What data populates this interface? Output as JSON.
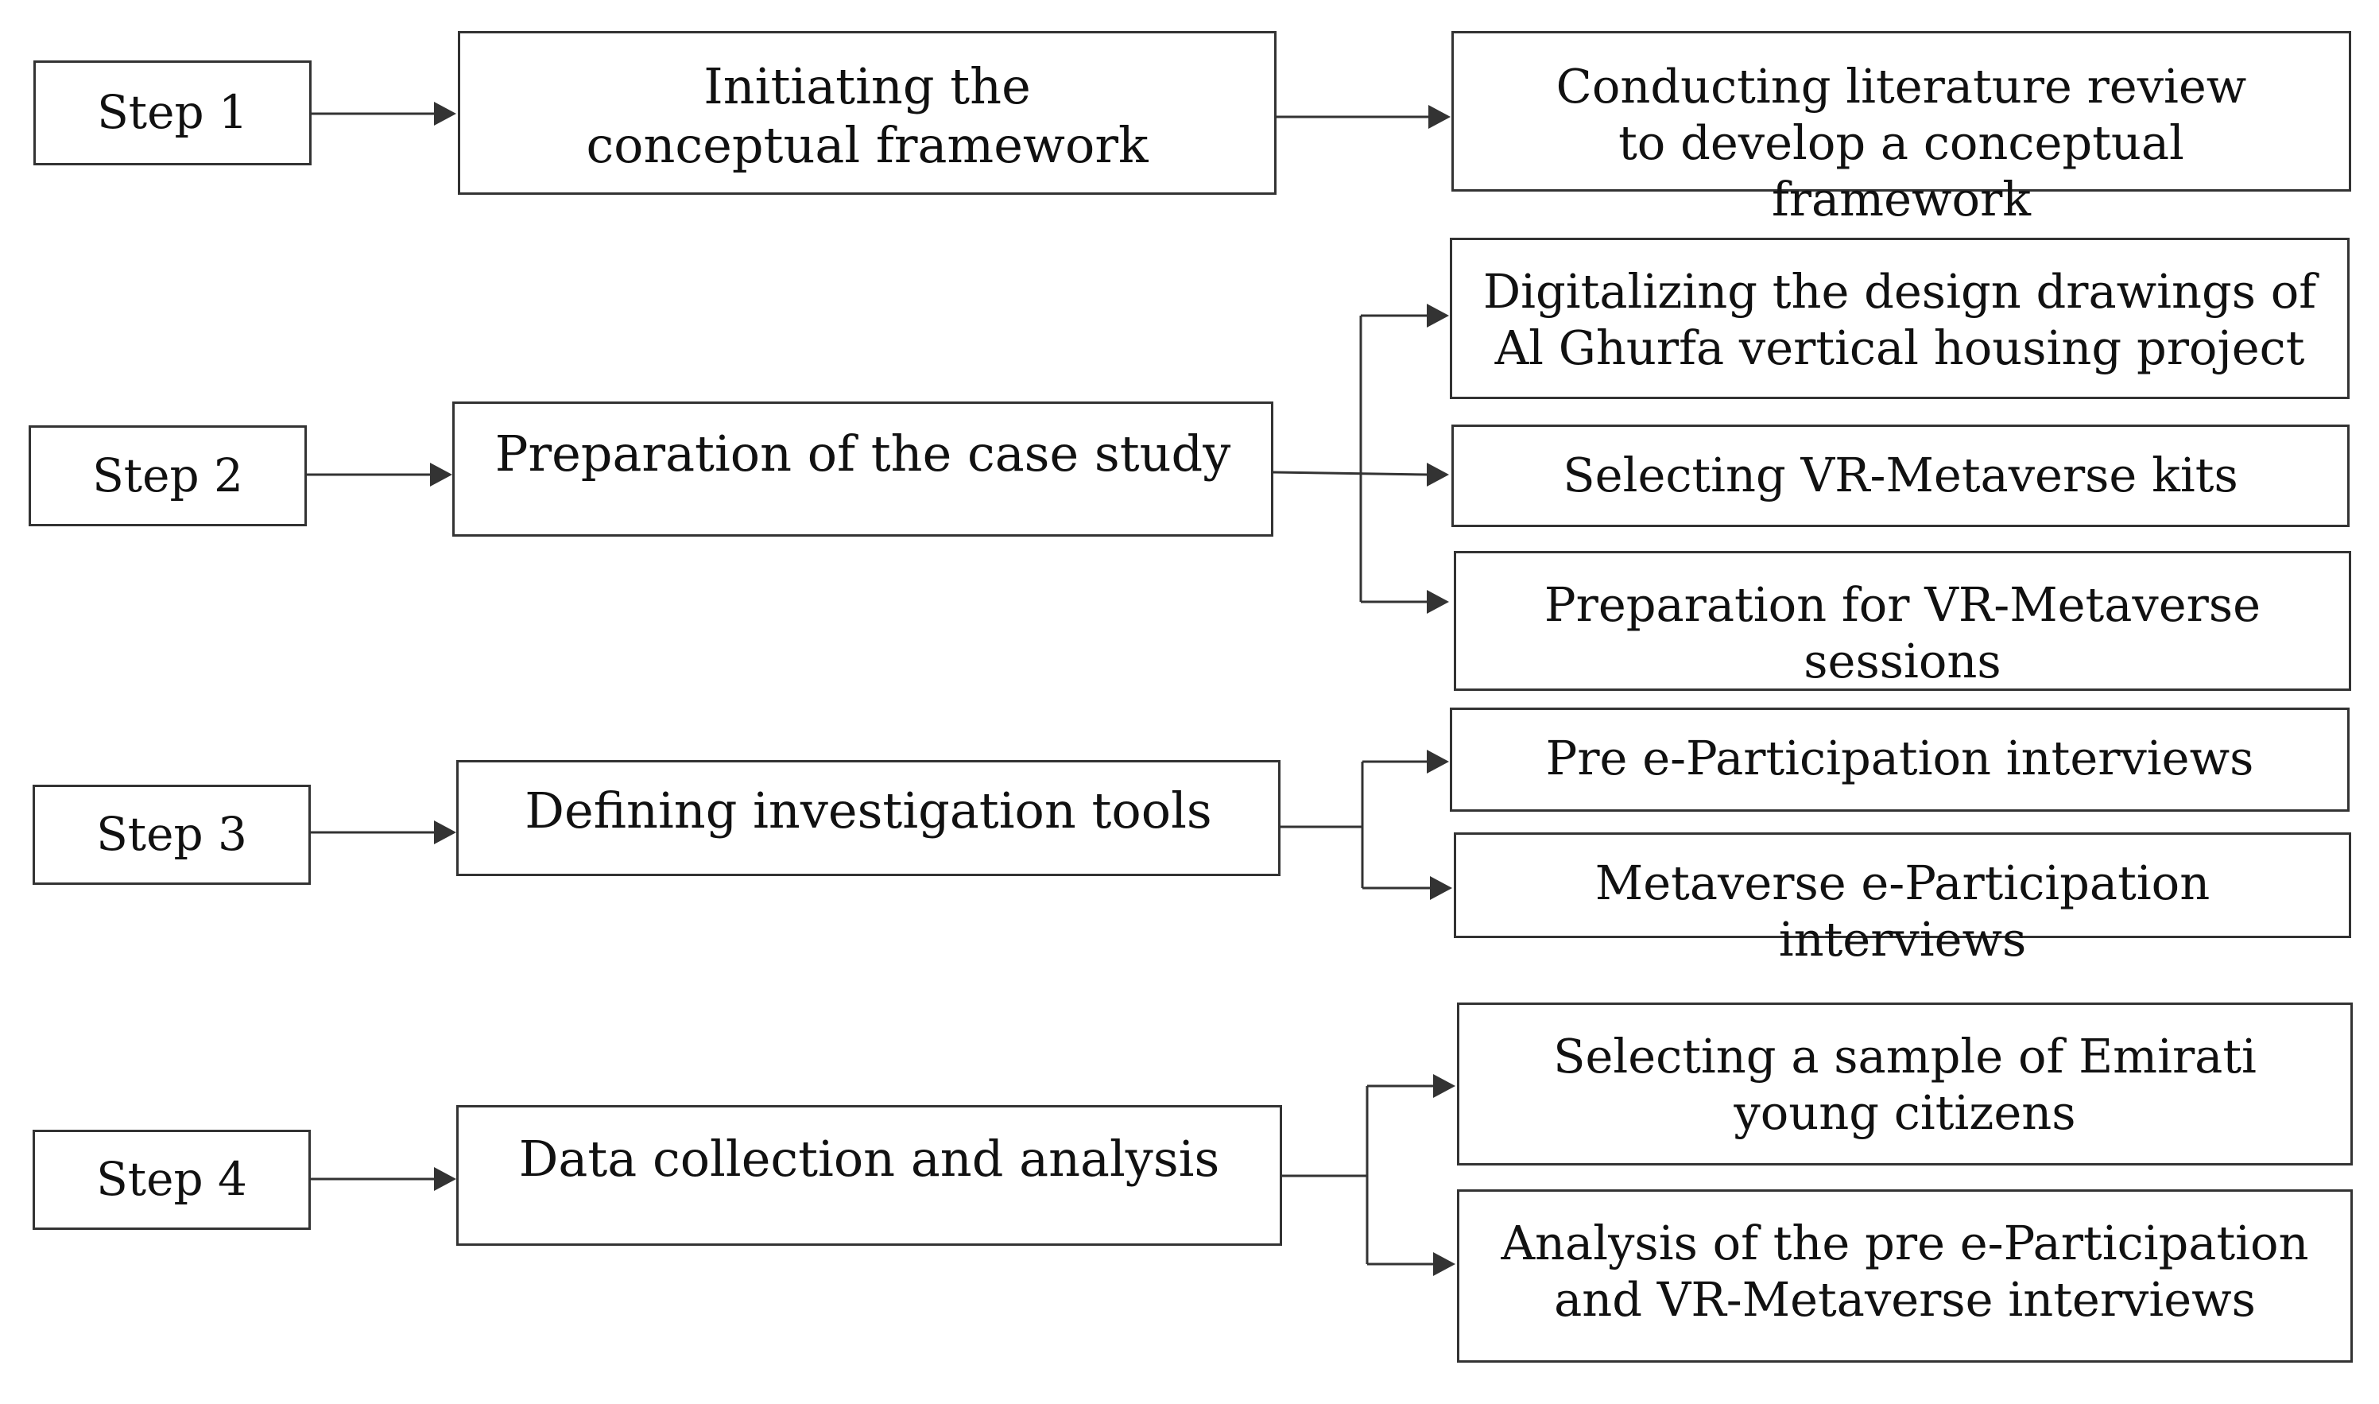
{
  "steps": [
    {
      "label": "Step 1",
      "phase": "Initiating the conceptual framework",
      "tasks": [
        "Conducting literature review to develop a conceptual framework"
      ]
    },
    {
      "label": "Step 2",
      "phase": "Preparation of the case study",
      "tasks": [
        "Digitalizing the design drawings of Al Ghurfa vertical housing project",
        "Selecting VR-Metaverse kits",
        "Preparation for VR-Metaverse sessions"
      ]
    },
    {
      "label": "Step 3",
      "phase": "Defining investigation tools",
      "tasks": [
        "Pre e-Participation interviews",
        "Metaverse e-Participation interviews"
      ]
    },
    {
      "label": "Step 4",
      "phase": "Data collection and analysis",
      "tasks": [
        "Selecting a sample of Emirati young citizens",
        "Analysis of the pre e-Participation and VR-Metaverse interviews"
      ]
    }
  ]
}
